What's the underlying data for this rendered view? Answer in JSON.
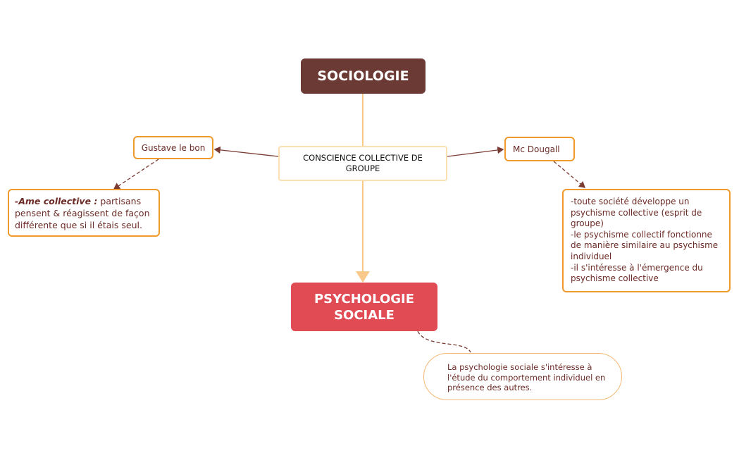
{
  "diagram": {
    "central": "CONSCIENCE COLLECTIVE DE GROUPE",
    "top": "SOCIOLOGIE",
    "bottom": "PSYCHOLOGIE SOCIALE",
    "left_node": "Gustave le bon",
    "right_node": "Mc Dougall",
    "left_detail": {
      "term": "-Ame collective :",
      "text": " partisans pensent & réagissent de façon différente que si il étais seul."
    },
    "right_detail": [
      "-toute société développe un psychisme collective (esprit de groupe)",
      "-le psychisme collectif fonctionne de manière similaire au psychisme individuel",
      "-il s'intéresse à l'émergence du psychisme collective"
    ],
    "bottom_detail": "La psychologie sociale s'intéresse à l'étude du comportement individuel en présence des autres."
  },
  "colors": {
    "sociologie_fill": "#6b3a35",
    "psychologie_fill": "#e04b54",
    "orange_border": "#ef9a2b",
    "central_border": "#fce0b3",
    "connector_brown": "#7a3b33",
    "connector_orange": "#f8c98a"
  }
}
